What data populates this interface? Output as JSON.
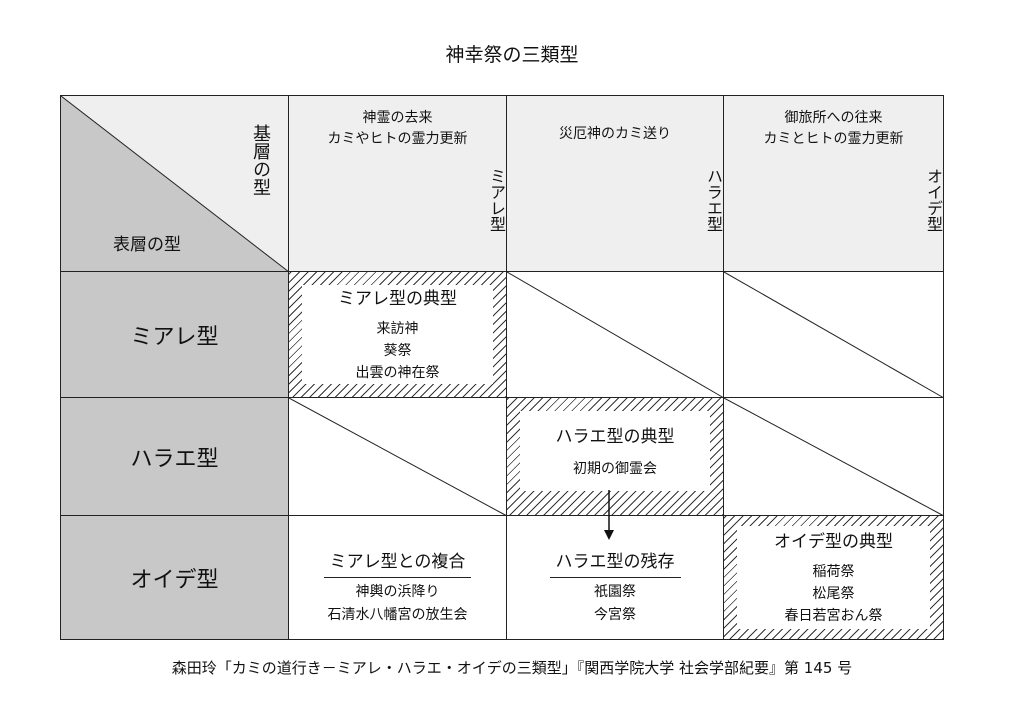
{
  "title": "神幸祭の三類型",
  "corner": {
    "base_label": "基層の型",
    "surface_label": "表層の型"
  },
  "columns": [
    {
      "desc": [
        "神霊の去来",
        "カミやヒトの霊力更新"
      ],
      "type": "ミアレ型"
    },
    {
      "desc": [
        "災厄神のカミ送り"
      ],
      "type": "ハラエ型"
    },
    {
      "desc": [
        "御旅所への往来",
        "カミとヒトの霊力更新"
      ],
      "type": "オイデ型"
    }
  ],
  "rows": [
    "ミアレ型",
    "ハラエ型",
    "オイデ型"
  ],
  "cells": {
    "miare_miare": {
      "heading": "ミアレ型の典型",
      "items": [
        "来訪神",
        "葵祭",
        "出雲の神在祭"
      ]
    },
    "harae_harae": {
      "heading": "ハラエ型の典型",
      "items": [
        "初期の御霊会"
      ]
    },
    "oide_miare": {
      "heading": "ミアレ型との複合",
      "items": [
        "神輿の浜降り",
        "石清水八幡宮の放生会"
      ]
    },
    "oide_harae": {
      "heading": "ハラエ型の残存",
      "items": [
        "祇園祭",
        "今宮祭"
      ]
    },
    "oide_oide": {
      "heading": "オイデ型の典型",
      "items": [
        "稲荷祭",
        "松尾祭",
        "春日若宮おん祭"
      ]
    }
  },
  "citation": "森田玲「カミの道行き－ミアレ・ハラエ・オイデの三類型」『関西学院大学 社会学部紀要』第 145 号"
}
